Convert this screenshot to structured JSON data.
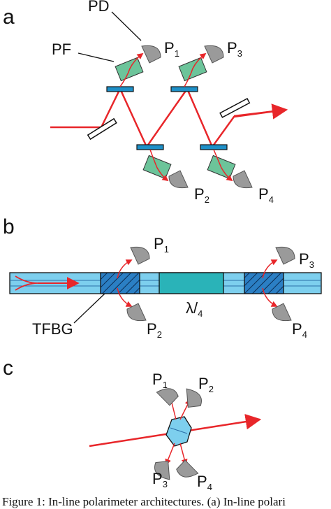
{
  "panels": {
    "a": {
      "label": "a",
      "pd_label": "PD",
      "pf_label": "PF",
      "detectors": [
        {
          "main": "P",
          "sub": "1"
        },
        {
          "main": "P",
          "sub": "3"
        },
        {
          "main": "P",
          "sub": "2"
        },
        {
          "main": "P",
          "sub": "4"
        }
      ]
    },
    "b": {
      "label": "b",
      "grating_label": "TFBG",
      "waveplate_main": "λ/",
      "waveplate_sub": "4",
      "detectors": [
        {
          "main": "P",
          "sub": "1"
        },
        {
          "main": "P",
          "sub": "3"
        },
        {
          "main": "P",
          "sub": "2"
        },
        {
          "main": "P",
          "sub": "4"
        }
      ]
    },
    "c": {
      "label": "c",
      "detectors": [
        {
          "main": "P",
          "sub": "1"
        },
        {
          "main": "P",
          "sub": "2"
        },
        {
          "main": "P",
          "sub": "3"
        },
        {
          "main": "P",
          "sub": "4"
        }
      ]
    }
  },
  "caption": "Figure 1: In-line polarimeter architectures. (a) In-line polari",
  "colors": {
    "beam": "#e8262a",
    "mirror": "#1e90c8",
    "filter": "#6cc49a",
    "detector": "#9a9a9a",
    "fiber": "#7dcfee",
    "waveplate": "#2ab3b8",
    "grating": "#2b7fc4"
  }
}
